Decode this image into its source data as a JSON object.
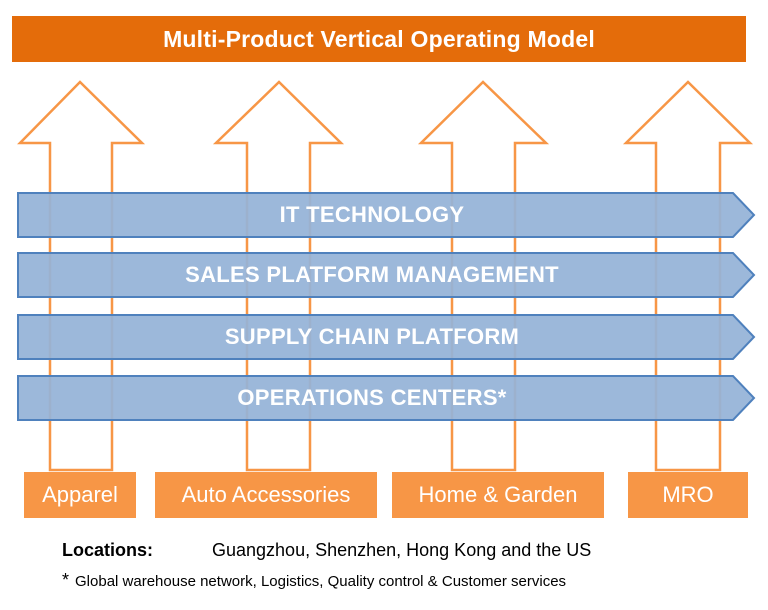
{
  "title": "Multi-Product Vertical Operating Model",
  "platforms": [
    {
      "label": "IT TECHNOLOGY"
    },
    {
      "label": "SALES PLATFORM MANAGEMENT"
    },
    {
      "label": "SUPPLY CHAIN PLATFORM"
    },
    {
      "label": "OPERATIONS CENTERS*"
    }
  ],
  "products": [
    {
      "label": "Apparel"
    },
    {
      "label": "Auto Accessories"
    },
    {
      "label": "Home & Garden"
    },
    {
      "label": "MRO"
    }
  ],
  "locations": {
    "label": "Locations:",
    "value": "Guangzhou, Shenzhen, Hong Kong and the US"
  },
  "footnote": {
    "marker": "*",
    "text": "Global warehouse network, Logistics, Quality control & Customer services"
  },
  "colors": {
    "title_bg": "#E46C0A",
    "arrow_outline": "#F79646",
    "band_fill": "#95B3D7",
    "band_stroke": "#4F81BD",
    "product_bg": "#F79646"
  }
}
